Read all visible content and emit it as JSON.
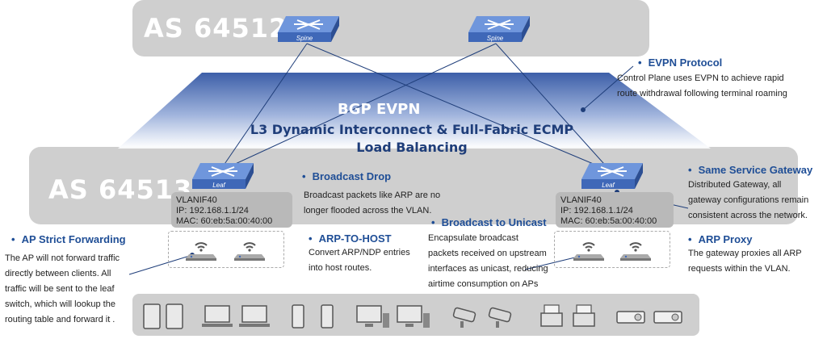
{
  "as_upper": {
    "label": "AS 64512"
  },
  "as_lower": {
    "label": "AS 64513"
  },
  "spine_switches": [
    {
      "label": "Spine"
    },
    {
      "label": "Spine"
    }
  ],
  "leaf_switches": [
    {
      "label": "Leaf",
      "vlanif": "VLANIF40",
      "ip": "IP: 192.168.1.1/24",
      "mac": "MAC: 60:eb:5a:00:40:00"
    },
    {
      "label": "Leaf",
      "vlanif": "VLANIF40",
      "ip": "IP: 192.168.1.1/24",
      "mac": "MAC: 60:eb:5a:00:40:00"
    }
  ],
  "fabric": {
    "title": "BGP EVPN",
    "subtitle_line1": "L3 Dynamic Interconnect & Full-Fabric ECMP",
    "subtitle_line2": "Load Balancing"
  },
  "features": {
    "evpn_protocol": {
      "title": "EVPN Protocol",
      "lines": [
        "Control Plane uses EVPN to achieve rapid",
        "route withdrawal following terminal roaming"
      ]
    },
    "same_service_gateway": {
      "title": "Same Service Gateway",
      "lines": [
        "Distributed Gateway, all",
        "gateway configurations remain",
        "consistent across the network."
      ]
    },
    "arp_proxy": {
      "title": "ARP Proxy",
      "lines": [
        "The gateway proxies all ARP",
        "requests within the VLAN."
      ]
    },
    "broadcast_drop": {
      "title": "Broadcast Drop",
      "lines": [
        "Broadcast packets like ARP are no",
        "longer flooded across the VLAN."
      ]
    },
    "arp_to_host": {
      "title": "ARP-TO-HOST",
      "lines": [
        "Convert ARP/NDP entries",
        "into host routes."
      ]
    },
    "broadcast_to_unicast": {
      "title": "Broadcast to Unicast",
      "lines": [
        "Encapsulate broadcast",
        "packets received on upstream",
        "interfaces as unicast, reducing",
        "airtime consumption on APs"
      ]
    },
    "ap_strict_forwarding": {
      "title": "AP Strict Forwarding",
      "lines": [
        "The AP will not forward traffic",
        "directly between clients. All",
        "traffic will be sent to the leaf",
        "switch, which will lookup the",
        "routing table  and forward it ."
      ]
    }
  },
  "bullet": "•",
  "colors": {
    "heading": "#1f4e96",
    "switch": "#4a78c9",
    "fabric_dark": "#3d5fa8",
    "as_box": "#cfcfcf"
  },
  "icons": [
    "switch-icon",
    "access-point-icon",
    "tablet-icon",
    "laptop-icon",
    "phone-icon",
    "desktop-icon",
    "camera-icon",
    "printer-icon",
    "projector-icon"
  ]
}
